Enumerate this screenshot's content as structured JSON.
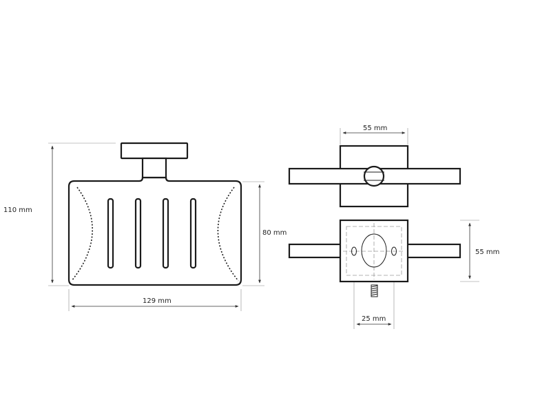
{
  "dimensions": {
    "top_width": "55 mm",
    "total_height": "110 mm",
    "basket_height": "80 mm",
    "basket_width": "129 mm",
    "side_height": "55 mm",
    "screw_width": "25 mm"
  },
  "colors": {
    "line": "#1a1a1a",
    "dimension": "#333333",
    "hidden": "#9a9a9a"
  }
}
